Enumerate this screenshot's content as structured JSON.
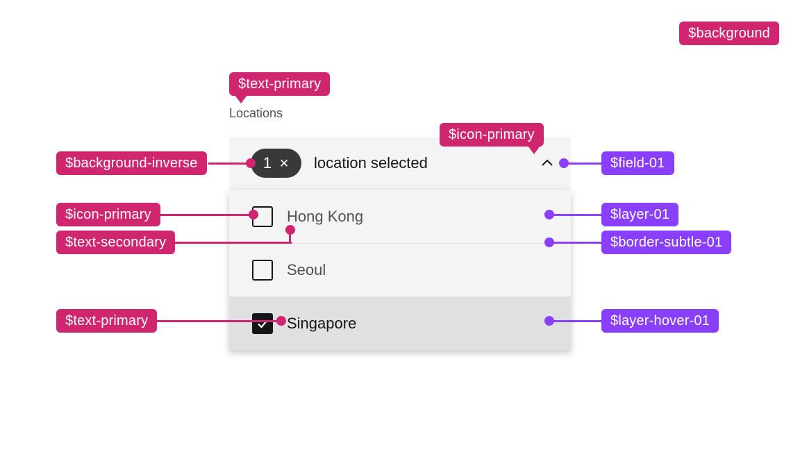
{
  "colors": {
    "annotation_pink": "#d02670",
    "annotation_purple": "#8a3ffc",
    "background": "#ffffff",
    "field_01": "#f4f4f4",
    "layer_01": "#f4f4f4",
    "layer_hover_01": "#e0e0e0",
    "border_subtle_01": "#e0e0e0",
    "background_inverse": "#393939",
    "text_primary": "#161616",
    "text_secondary": "#525252"
  },
  "annotations": {
    "background": "$background",
    "text_primary_label": "$text-primary",
    "background_inverse": "$background-inverse",
    "icon_primary_chevron": "$icon-primary",
    "field_01": "$field-01",
    "icon_primary_checkbox": "$icon-primary",
    "layer_01": "$layer-01",
    "text_secondary": "$text-secondary",
    "border_subtle_01": "$border-subtle-01",
    "text_primary_item": "$text-primary",
    "layer_hover_01": "$layer-hover-01"
  },
  "dropdown": {
    "label": "Locations",
    "tag_count": "1",
    "tag_clear_icon": "✕",
    "field_text": "location selected",
    "items": [
      {
        "label": "Hong Kong",
        "checked": false,
        "hover": false
      },
      {
        "label": "Seoul",
        "checked": false,
        "hover": false
      },
      {
        "label": "Singapore",
        "checked": true,
        "hover": true
      }
    ]
  }
}
